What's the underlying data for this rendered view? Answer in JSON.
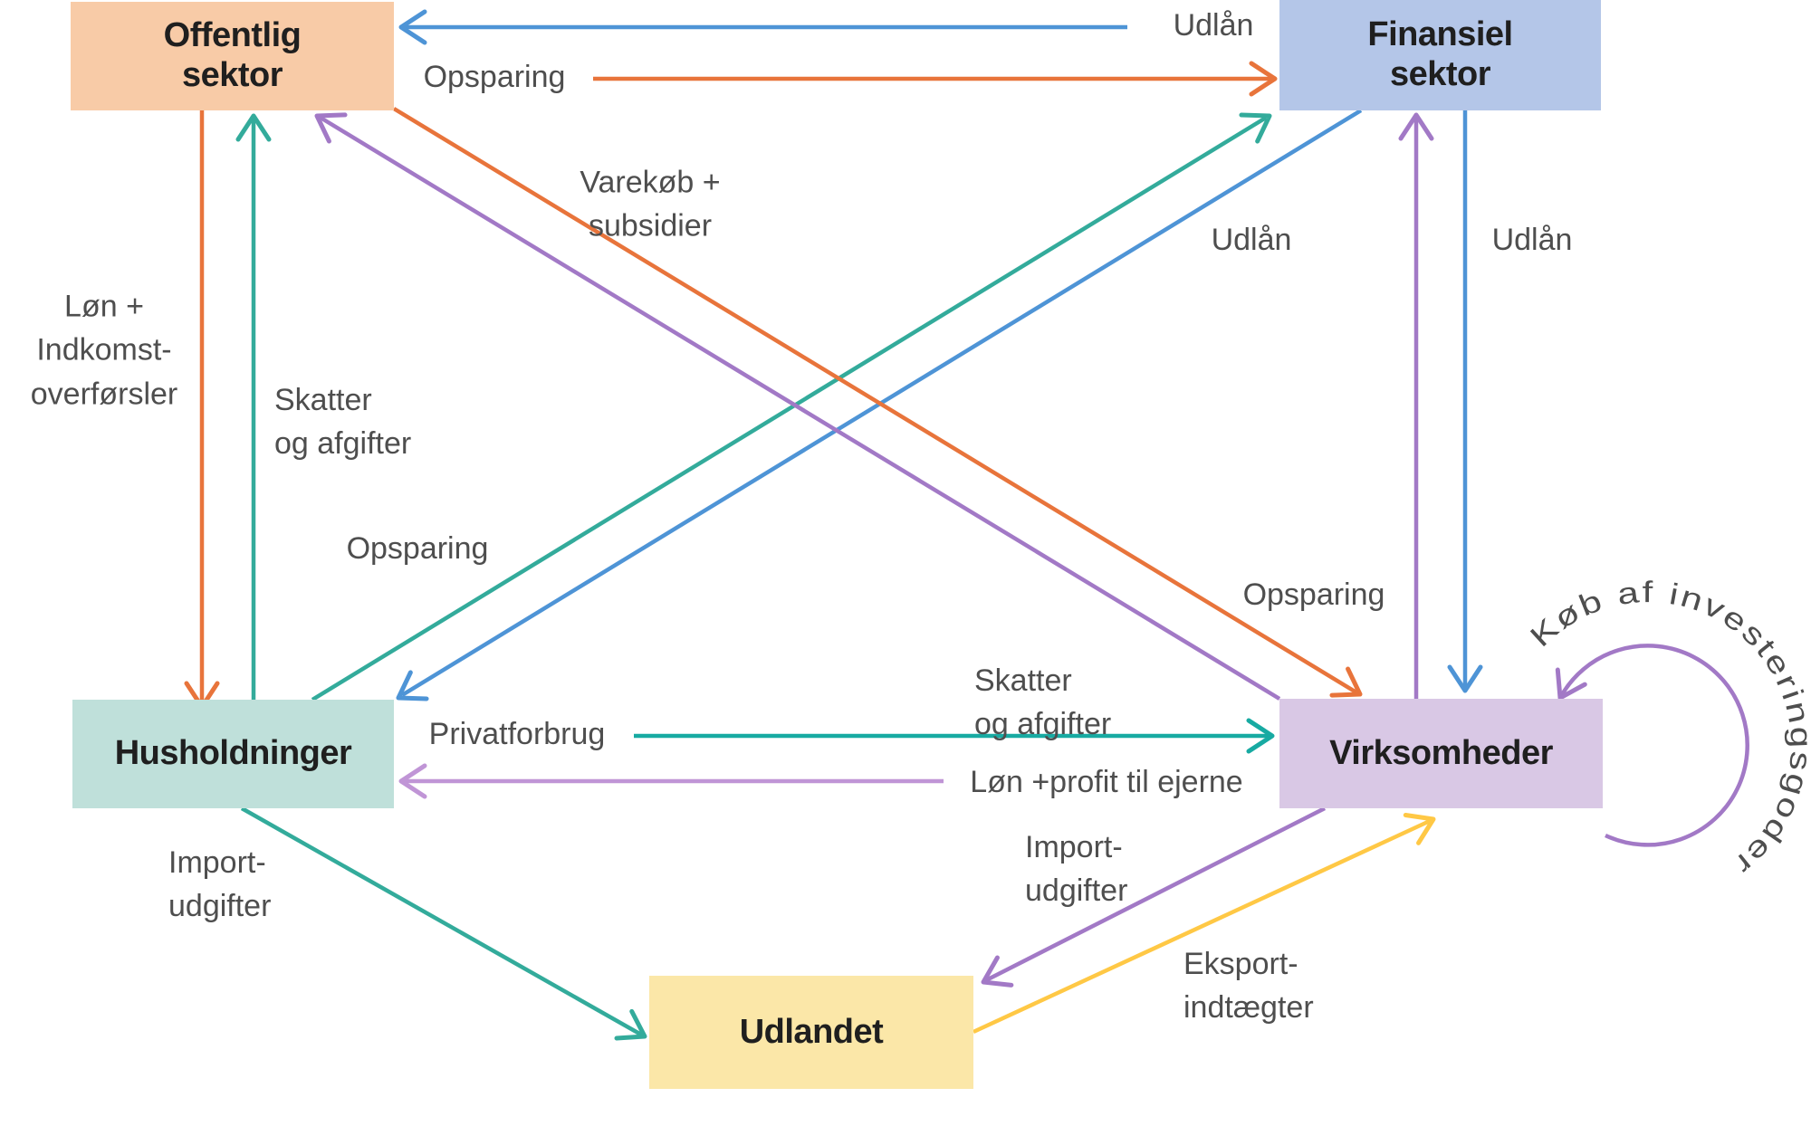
{
  "diagram": {
    "title_hint": "Danish economic sector flow diagram",
    "nodes": {
      "offentlig": "Offentlig\nsektor",
      "finansiel": "Finansiel\nsektor",
      "husholdninger": "Husholdninger",
      "virksomheder": "Virksomheder",
      "udlandet": "Udlandet"
    },
    "flows": {
      "udlaan_top": "Udlån",
      "opsparing_top": "Opsparing",
      "loen_indkomst": "Løn +\nIndkomst-\noverførsler",
      "skatter_left": "Skatter\nog afgifter",
      "opsparing_mid": "Opsparing",
      "udlaan_mid": "Udlån",
      "varekoeb": "Varekøb +\nsubsidier",
      "skatter_right": "Skatter\nog afgifter",
      "opsparing_right": "Opsparing",
      "udlaan_right": "Udlån",
      "privatforbrug": "Privatforbrug",
      "loen_profit": "Løn +profit til ejerne",
      "import_left": "Import-\nudgifter",
      "import_right": "Import-\nudgifter",
      "eksport": "Eksport-\nindtægter",
      "koeb_invest": "Køb af investeringsgoder"
    },
    "edges": [
      {
        "from": "Finansiel sektor",
        "to": "Offentlig sektor",
        "label": "Udlån",
        "color": "blue"
      },
      {
        "from": "Offentlig sektor",
        "to": "Finansiel sektor",
        "label": "Opsparing",
        "color": "orange"
      },
      {
        "from": "Offentlig sektor",
        "to": "Husholdninger",
        "label": "Løn + Indkomst-overførsler",
        "color": "orange"
      },
      {
        "from": "Husholdninger",
        "to": "Offentlig sektor",
        "label": "Skatter og afgifter",
        "color": "teal"
      },
      {
        "from": "Husholdninger",
        "to": "Finansiel sektor",
        "label": "Opsparing",
        "color": "teal"
      },
      {
        "from": "Finansiel sektor",
        "to": "Husholdninger",
        "label": "Udlån",
        "color": "blue"
      },
      {
        "from": "Virksomheder",
        "to": "Offentlig sektor",
        "label": "Skatter og afgifter",
        "color": "purple"
      },
      {
        "from": "Offentlig sektor",
        "to": "Virksomheder",
        "label": "Varekøb + subsidier",
        "color": "orange"
      },
      {
        "from": "Virksomheder",
        "to": "Finansiel sektor",
        "label": "Opsparing",
        "color": "purple"
      },
      {
        "from": "Finansiel sektor",
        "to": "Virksomheder",
        "label": "Udlån",
        "color": "blue"
      },
      {
        "from": "Husholdninger",
        "to": "Virksomheder",
        "label": "Privatforbrug",
        "color": "teal_bright"
      },
      {
        "from": "Virksomheder",
        "to": "Husholdninger",
        "label": "Løn +profit til ejerne",
        "color": "purple_light"
      },
      {
        "from": "Husholdninger",
        "to": "Udlandet",
        "label": "Import-udgifter",
        "color": "teal"
      },
      {
        "from": "Virksomheder",
        "to": "Udlandet",
        "label": "Import-udgifter",
        "color": "purple"
      },
      {
        "from": "Udlandet",
        "to": "Virksomheder",
        "label": "Eksport-indtægter",
        "color": "yellow"
      },
      {
        "from": "Virksomheder",
        "to": "Virksomheder",
        "label": "Køb af investeringsgoder",
        "color": "purple"
      }
    ],
    "colors": {
      "orange": "#E8743B",
      "blue": "#4E94D6",
      "teal": "#33AB9B",
      "teal_bright": "#17AAA2",
      "purple": "#A279C6",
      "purple_light": "#C095D6",
      "yellow": "#FFC845",
      "node_offentlig": "#F8CBA7",
      "node_finansiel": "#B4C6E8",
      "node_husholdninger": "#BFE0DA",
      "node_virksomheder": "#D9C8E5",
      "node_udlandet": "#FBE7A8",
      "label_text": "#4E4E4E",
      "node_text": "#1F1F1F"
    }
  }
}
